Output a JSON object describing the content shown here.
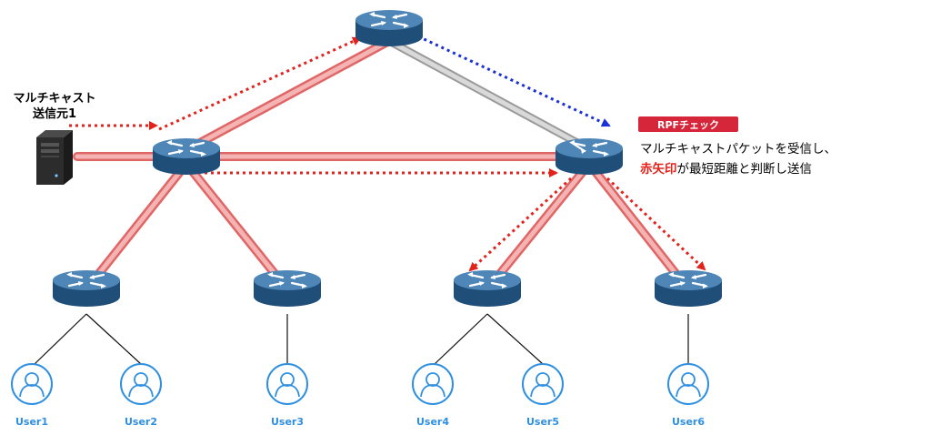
{
  "source": {
    "label_line1": "マルチキャスト",
    "label_line2": "送信元1"
  },
  "rpf": {
    "badge": "RPFチェック",
    "desc_line1": "マルチキャストパケットを受信し、",
    "desc_red": "赤矢印",
    "desc_rest": "が最短距離と判断し送信"
  },
  "users": [
    "User1",
    "User2",
    "User3",
    "User4",
    "User5",
    "User6"
  ],
  "colors": {
    "router_top": "#4f86b8",
    "router_side": "#1f4e79",
    "user_blue": "#2f8fe0",
    "red_path": "#e36d6d",
    "red_arrow": "#e3221b",
    "blue_arrow": "#1a2fd6",
    "gray_path": "#b9b9b9",
    "badge_bg": "#d6263a"
  },
  "icons": [
    "router-icon",
    "server-icon",
    "user-icon"
  ]
}
